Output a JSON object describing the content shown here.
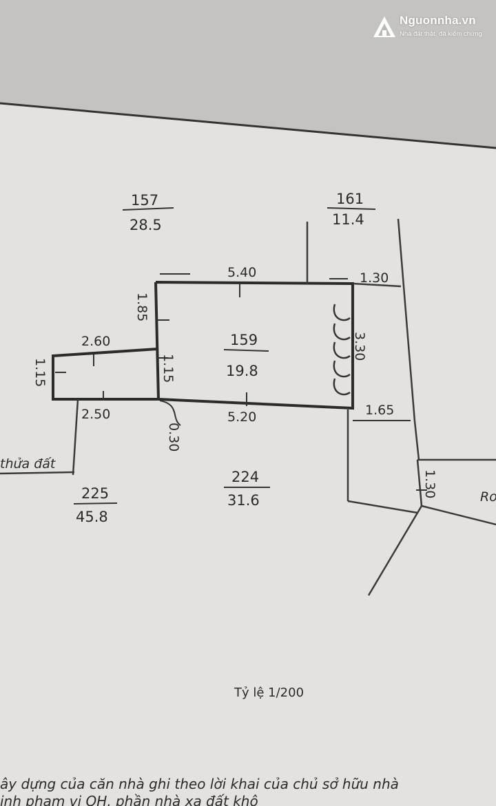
{
  "watermark": {
    "name": "Nguonnha.vn",
    "tagline": "Nhà đất thật, đã kiểm chứng"
  },
  "parcels": [
    {
      "id": "parcel-157",
      "number": "157",
      "area": "28.5"
    },
    {
      "id": "parcel-161",
      "number": "161",
      "area": "11.4"
    },
    {
      "id": "parcel-159",
      "number": "159",
      "area": "19.8"
    },
    {
      "id": "parcel-224",
      "number": "224",
      "area": "31.6"
    },
    {
      "id": "parcel-225",
      "number": "225",
      "area": "45.8"
    }
  ],
  "dimensions": {
    "top_main": "5.40",
    "top_right": "1.30",
    "left_tall": "1.85",
    "ext_top": "2.60",
    "ext_left": "1.15",
    "inner_left": "1.15",
    "right_stair": "3.30",
    "bottom_main": "5.20",
    "bottom_ext": "2.50",
    "corner_offset": "0.30",
    "side_right": "1.65",
    "far_right": "1.30"
  },
  "notes": {
    "left_edge": "thửa đất",
    "right_edge": "Ro"
  },
  "scale": "Tỷ lệ 1/200",
  "footer": {
    "line1": "ây dựng của căn nhà ghi theo lời khai của chủ sở hữu nhà",
    "line2": "ịnh phạm vi QH, phần nhà xa đất khô"
  },
  "colors": {
    "paper": "#e3e2de",
    "ink": "#2b2b2b",
    "background_top": "#b9b9b6"
  }
}
